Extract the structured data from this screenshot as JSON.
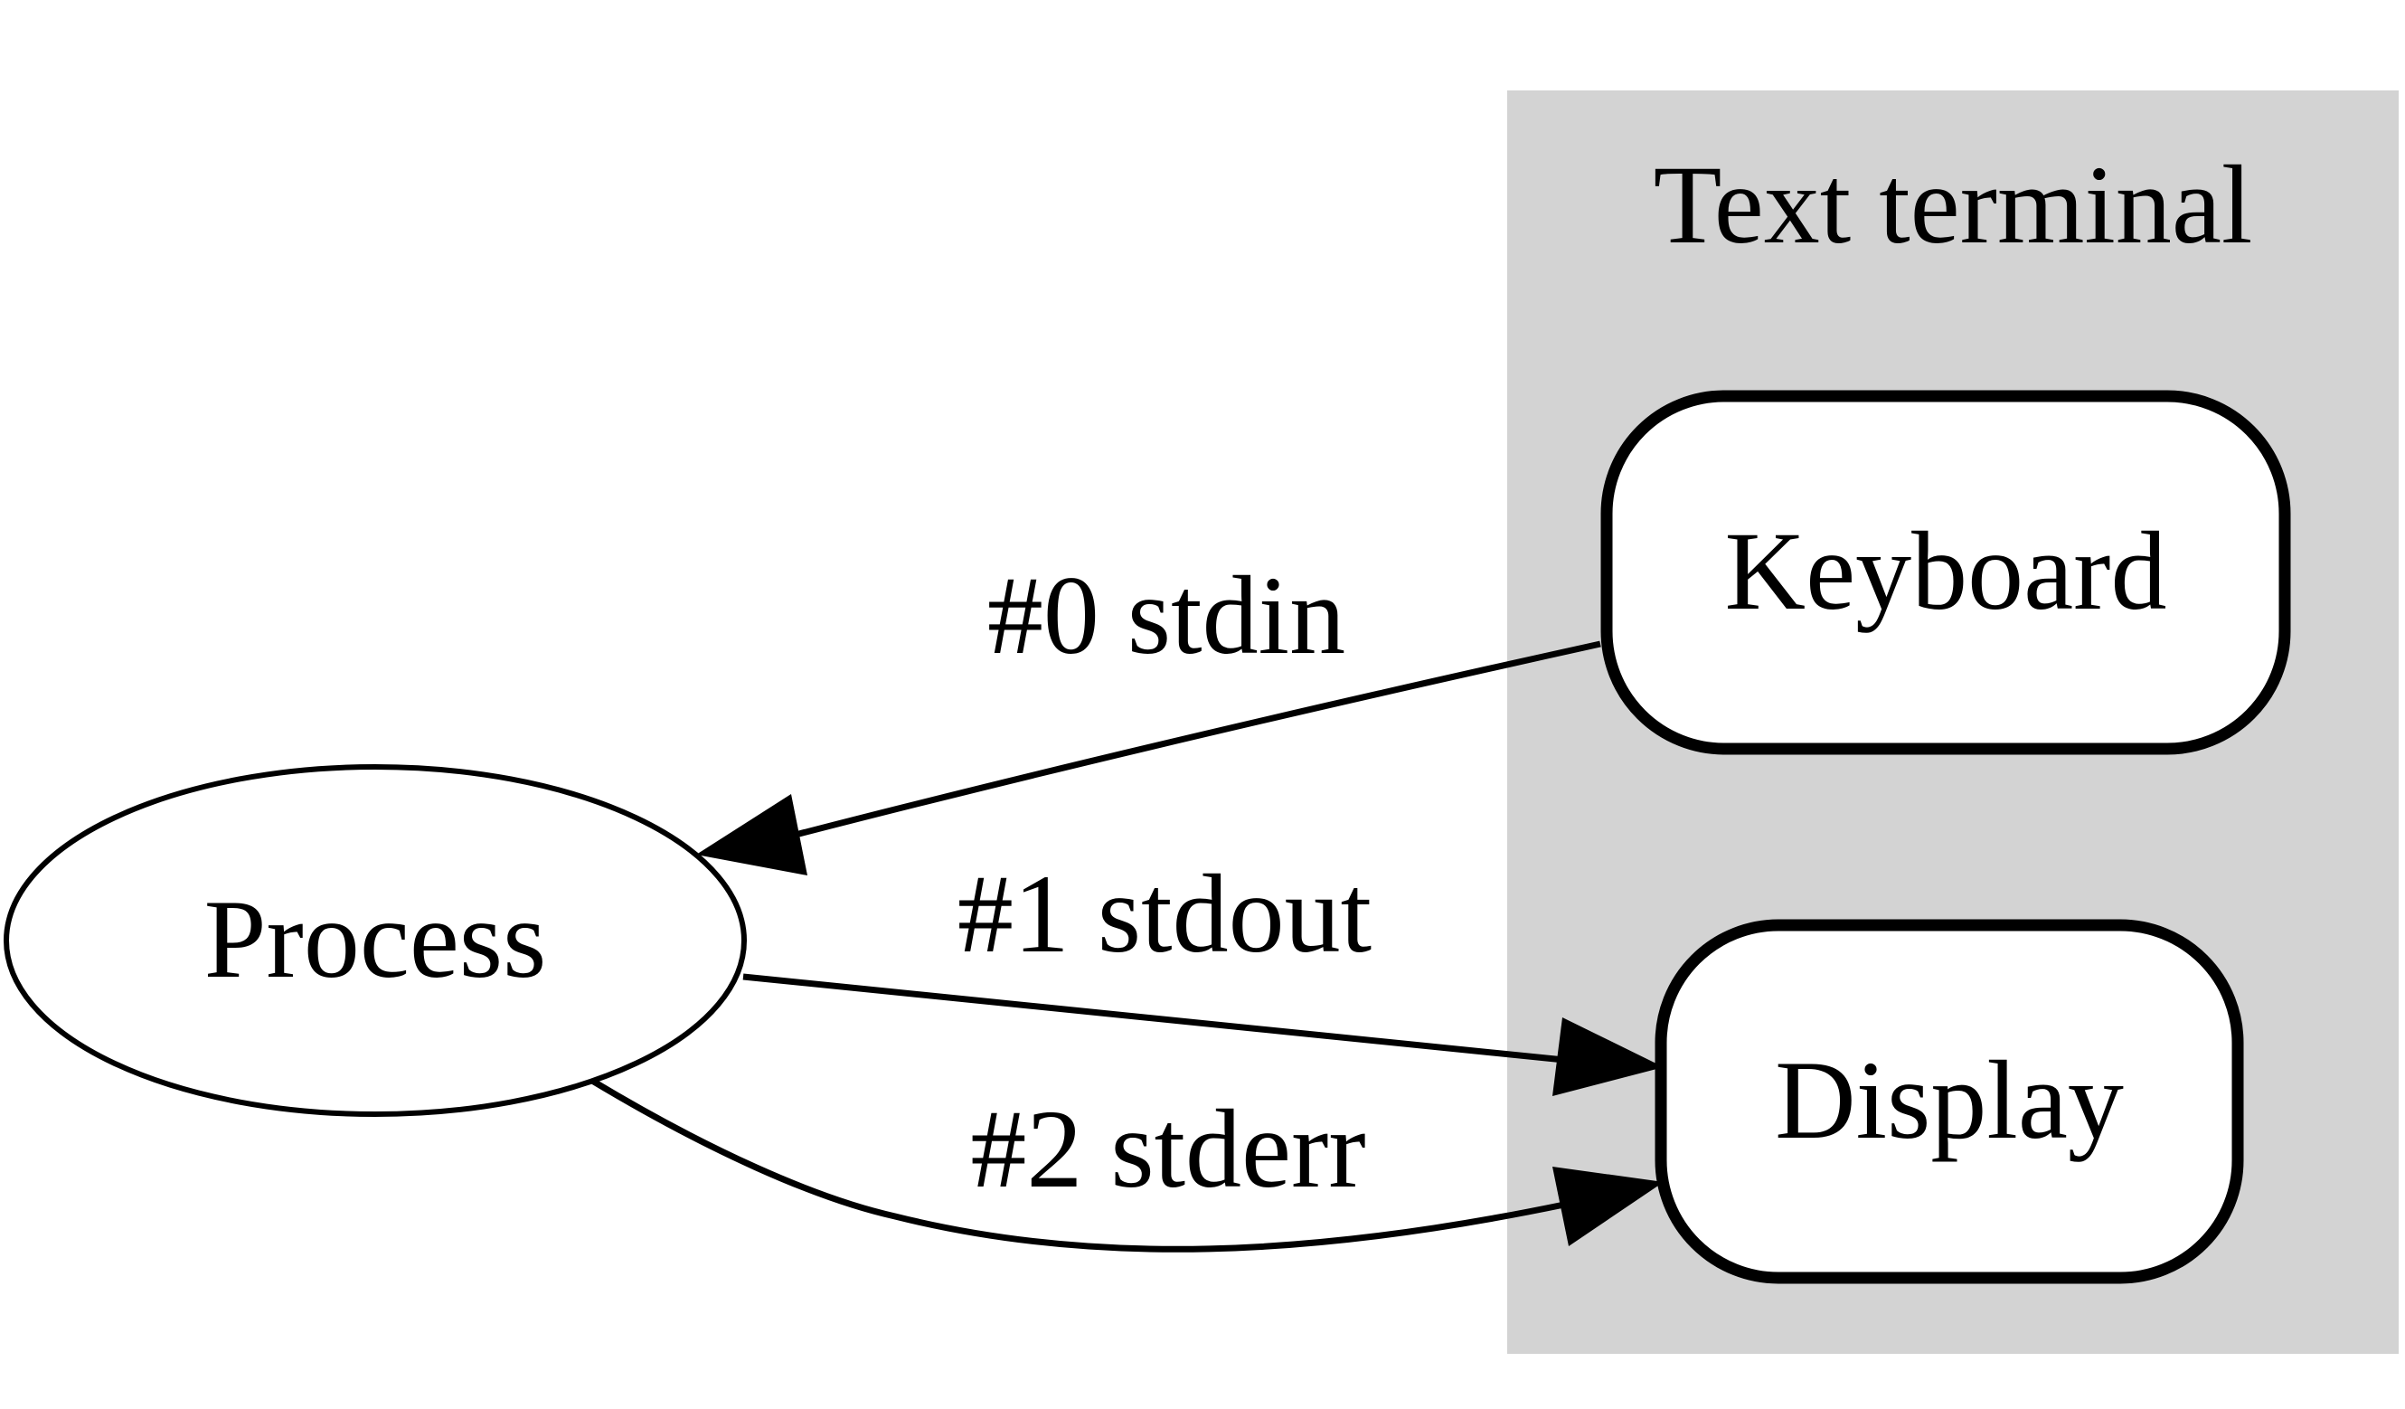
{
  "colors": {
    "background": "#ffffff",
    "cluster_fill": "#d3d3d3",
    "node_fill": "#ffffff",
    "stroke": "#000000",
    "text": "#000000"
  },
  "cluster": {
    "label": "Text terminal"
  },
  "nodes": {
    "process": {
      "label": "Process",
      "shape": "ellipse"
    },
    "keyboard": {
      "label": "Keyboard",
      "shape": "rounded-rectangle"
    },
    "display": {
      "label": "Display",
      "shape": "rounded-rectangle"
    }
  },
  "edges": {
    "stdin": {
      "label": "#0 stdin",
      "from": "Keyboard",
      "to": "Process"
    },
    "stdout": {
      "label": "#1 stdout",
      "from": "Process",
      "to": "Display"
    },
    "stderr": {
      "label": "#2 stderr",
      "from": "Process",
      "to": "Display"
    }
  }
}
